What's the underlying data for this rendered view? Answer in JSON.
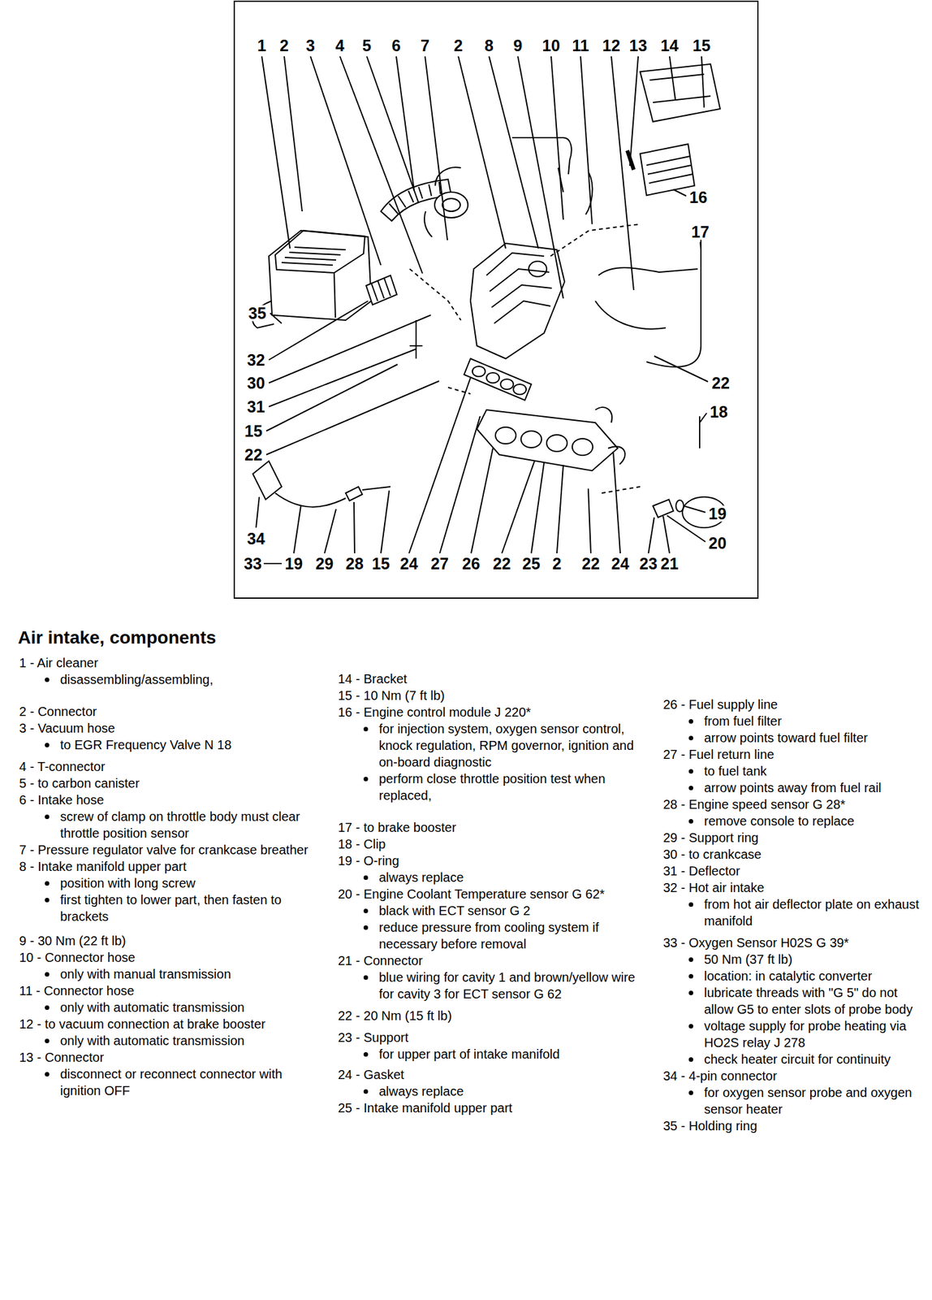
{
  "diagram": {
    "title": "Air intake, components",
    "labels": [
      "1",
      "2",
      "3",
      "4",
      "5",
      "6",
      "7",
      "2",
      "8",
      "9",
      "10",
      "11",
      "12",
      "13",
      "14",
      "15",
      "16",
      "17",
      "22",
      "18",
      "19",
      "20",
      "35",
      "32",
      "30",
      "31",
      "15",
      "22",
      "34",
      "33",
      "19",
      "29",
      "28",
      "15",
      "24",
      "27",
      "26",
      "22",
      "25",
      "2",
      "22",
      "24",
      "23",
      "21",
      "1 - Air cleaner",
      "disassembling/assembling,",
      "2 - Connector",
      "3 - Vacuum hose",
      "to EGR Frequency Valve N 18",
      "4 - T-connector",
      "5 - to carbon canister",
      "6 - Intake hose",
      "screw of clamp on throttle body must clear throttle position sensor",
      "7 - Pressure regulator valve for crankcase breather",
      "8 - Intake manifold upper part",
      "position with long screw",
      "first tighten to lower part, then fasten to brackets",
      "9 - 30 Nm (22 ft lb)",
      "10 - Connector hose",
      "only with manual transmission",
      "11 - Connector hose",
      "only with automatic transmission",
      "12 - to vacuum connection at brake booster",
      "only with automatic transmission",
      "13 - Connector",
      "disconnect or reconnect connector with ignition OFF",
      "14 - Bracket",
      "15 - 10 Nm (7 ft lb)",
      "16 - Engine control module J 220*",
      "for injection system, oxygen sensor control, knock regulation, RPM governor, ignition and on-board diagnostic",
      "perform close throttle position test when replaced,",
      "17 - to brake booster",
      "18 - Clip",
      "19 - O-ring",
      "always replace",
      "20 - Engine Coolant Temperature sensor G 62*",
      "black with ECT sensor G 2",
      "reduce pressure from cooling system if necessary before removal",
      "21 - Connector",
      "blue wiring for cavity 1 and brown/yellow wire for cavity 3 for ECT sensor G 62",
      "22 - 20 Nm (15 ft lb)",
      "23 - Support",
      "for upper part of intake manifold",
      "24 - Gasket",
      "always replace",
      "25 - Intake manifold upper part",
      "26 - Fuel supply line",
      "from fuel filter",
      "arrow points toward fuel filter",
      "27 - Fuel return line",
      "to fuel tank",
      "arrow points away from fuel rail",
      "28 - Engine speed sensor G 28*",
      "remove console to replace",
      "29 - Support ring",
      "30 - to crankcase",
      "31 - Deflector",
      "32 - Hot air intake",
      "from hot air deflector plate on exhaust manifold",
      "33 - Oxygen Sensor H02S G 39*",
      "50 Nm (37 ft lb)",
      "location: in catalytic converter",
      "lubricate threads with \"G 5\" do not allow G5 to enter slots of probe body",
      "voltage supply for probe heating via HO2S relay J 278",
      "check heater circuit for continuity",
      "34 - 4-pin connector",
      "for oxygen sensor probe and oxygen sensor heater",
      "35 - Holding ring"
    ]
  }
}
